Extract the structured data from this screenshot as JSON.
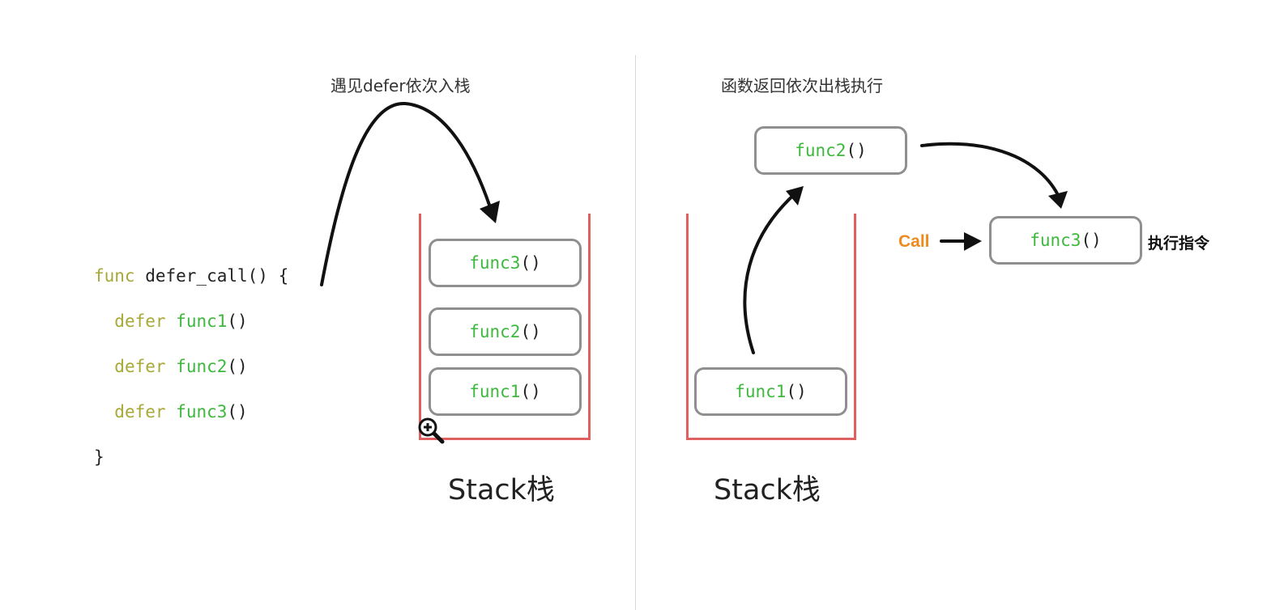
{
  "left_panel": {
    "caption": "遇见defer依次入栈",
    "code": {
      "line1": {
        "kw": "func",
        "rest": " defer_call() {"
      },
      "line2": {
        "kw": "defer",
        "fn": "func1",
        "paren": "()"
      },
      "line3": {
        "kw": "defer",
        "fn": "func2",
        "paren": "()"
      },
      "line4": {
        "kw": "defer",
        "fn": "func3",
        "paren": "()"
      },
      "line5": "}"
    },
    "stack_items": [
      {
        "name": "func3",
        "paren": "()"
      },
      {
        "name": "func2",
        "paren": "()"
      },
      {
        "name": "func1",
        "paren": "()"
      }
    ],
    "stack_label": "Stack栈"
  },
  "right_panel": {
    "caption": "函数返回依次出栈执行",
    "popped": {
      "name": "func2",
      "paren": "()"
    },
    "executing": {
      "name": "func3",
      "paren": "()"
    },
    "stack_items": [
      {
        "name": "func1",
        "paren": "()"
      }
    ],
    "stack_label": "Stack栈",
    "call_label": "Call",
    "exec_label": "执行指令"
  },
  "colors": {
    "stack_border": "#e06060",
    "box_border": "#8f8f8f",
    "keyword": "#a8a838",
    "function_name": "#3cb83c",
    "call": "#f08a1c"
  },
  "icons": {
    "zoom": "zoom-in-icon"
  }
}
